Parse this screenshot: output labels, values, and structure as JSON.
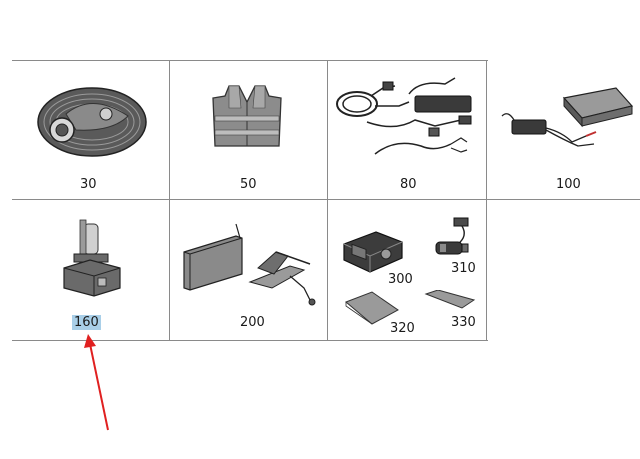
{
  "parts": {
    "row1": [
      {
        "number": "30",
        "icon": "tire-sealant-kit-icon"
      },
      {
        "number": "50",
        "icon": "safety-vest-icon"
      },
      {
        "number": "80",
        "icon": "charging-cable-icon"
      },
      {
        "number": "100",
        "icon": "battery-charger-case-icon"
      }
    ],
    "row2": [
      {
        "number": "160",
        "icon": "xenon-bulb-icon",
        "selected": true
      },
      {
        "number": "200",
        "icon": "jack-and-case-icon"
      },
      {
        "number": "300",
        "icon": "compressor-icon"
      },
      {
        "number": "310",
        "icon": "adapter-plug-icon"
      },
      {
        "number": "320",
        "icon": "mat-icon"
      },
      {
        "number": "330",
        "icon": "cover-sheet-icon"
      }
    ]
  },
  "annotation": {
    "arrow_color": "#e02020",
    "highlight_color": "#a9cfe8"
  }
}
